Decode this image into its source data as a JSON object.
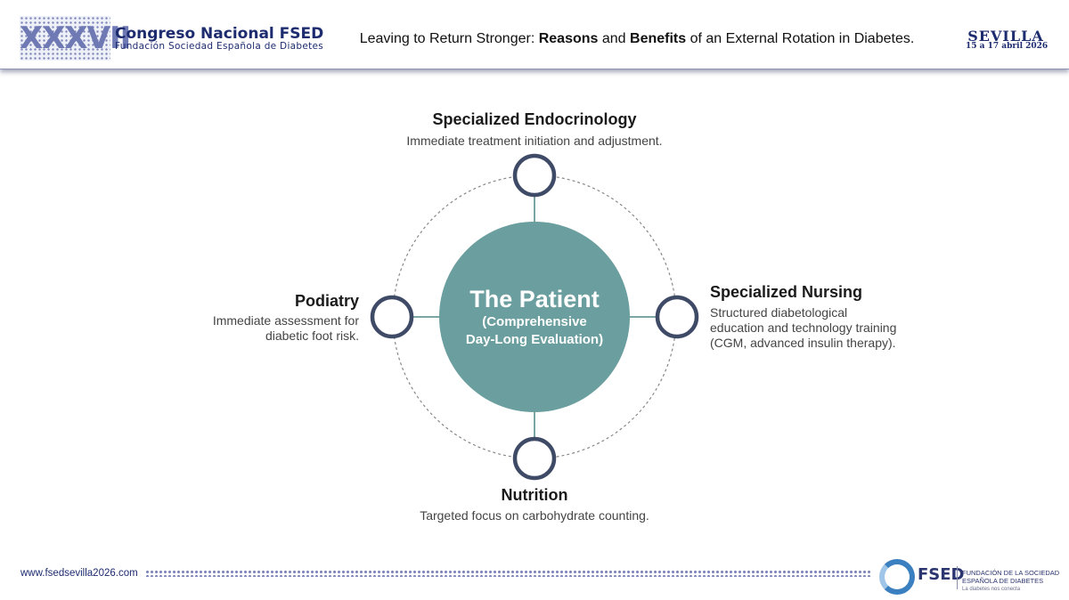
{
  "header": {
    "roman_numeral": "XXXVII",
    "congress_title": "Congreso Nacional FSED",
    "congress_subtitle": "Fundación Sociedad Española de Diabetes",
    "slide_title_parts": [
      "Leaving to Return Stronger: ",
      "Reasons",
      " and ",
      "Benefits",
      " of an External Rotation in Diabetes."
    ],
    "city": "SEVILLA",
    "dates": "15 a 17 abril 2026"
  },
  "diagram": {
    "center": {
      "title": "The Patient",
      "subtitle_line1": "(Comprehensive",
      "subtitle_line2": "Day-Long Evaluation)"
    },
    "nodes": {
      "top": {
        "title": "Specialized Endocrinology",
        "desc": "Immediate treatment initiation and adjustment."
      },
      "left": {
        "title": "Podiatry",
        "desc_line1": "Immediate assessment for",
        "desc_line2": "diabetic foot risk."
      },
      "right": {
        "title": "Specialized Nursing",
        "desc_line1": "Structured diabetological",
        "desc_line2": "education and technology training",
        "desc_line3": "(CGM, advanced insulin therapy)."
      },
      "bottom": {
        "title": "Nutrition",
        "desc": "Targeted focus on carbohydrate counting."
      }
    },
    "colors": {
      "center_fill": "#6b9e9e",
      "node_stroke": "#3e4a66",
      "connector": "#7aa6a6",
      "ring": "#888888"
    }
  },
  "footer": {
    "url": "www.fsedsevilla2026.com",
    "logo_text": "FSED",
    "org_line1": "FUNDACIÓN DE LA SOCIEDAD",
    "org_line2": "ESPAÑOLA DE DIABETES",
    "tagline": "La diabetes nos conecta"
  }
}
